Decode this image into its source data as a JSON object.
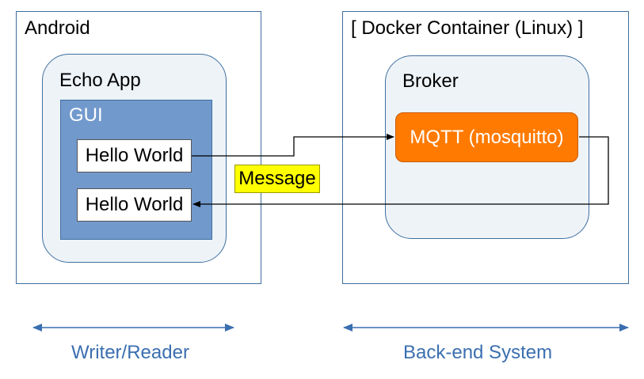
{
  "android": {
    "title": "Android",
    "app": {
      "title": "Echo App",
      "gui": {
        "title": "GUI",
        "writer_text": "Hello World",
        "reader_text": "Hello World"
      }
    }
  },
  "docker": {
    "title": "[ Docker Container (Linux) ]",
    "broker": {
      "title": "Broker",
      "mqtt_label": "MQTT (mosquitto)"
    }
  },
  "message_label": "Message",
  "bottom": {
    "left_label": "Writer/Reader",
    "right_label": "Back-end System"
  },
  "colors": {
    "frame": "#3f6fa0",
    "gui": "#7199cc",
    "mqtt": "#ff7a00",
    "message": "#ffff00",
    "bottom_text": "#3a6fb0",
    "span_arrow": "#3a6fb0"
  }
}
